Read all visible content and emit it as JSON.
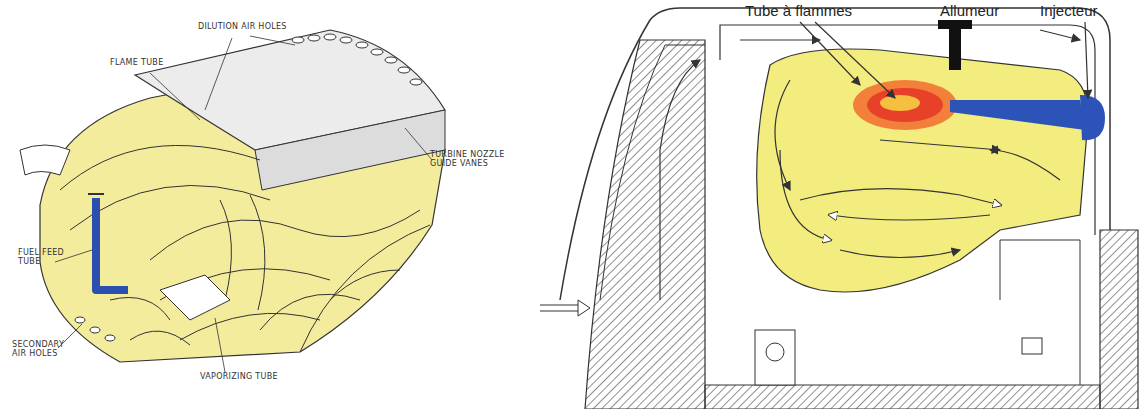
{
  "diagram": {
    "labels": [
      "DILUTION AIR HOLES",
      "FLAME TUBE",
      "TURBINE NOZZLE GUIDE VANES",
      "FUEL FEED TUBE",
      "SECONDARY AIR HOLES",
      "VAPORIZING TUBE",
      "Tube à flammes",
      "Allumeur",
      "Injecteur"
    ]
  }
}
